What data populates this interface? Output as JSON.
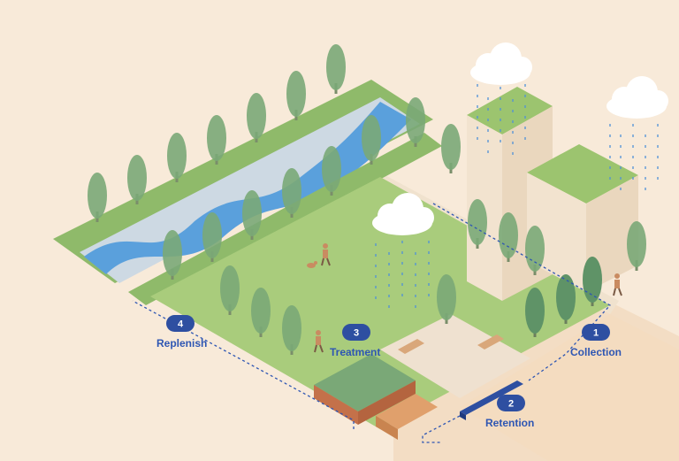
{
  "steps": [
    {
      "number": "1",
      "label": "Collection"
    },
    {
      "number": "2",
      "label": "Retention"
    },
    {
      "number": "3",
      "label": "Treatment"
    },
    {
      "number": "4",
      "label": "Replenish"
    }
  ],
  "colors": {
    "background": "#f8ead9",
    "lawn": "#a9cc7c",
    "lawn_dark": "#8fba6a",
    "river": "#5aa0dc",
    "river_bank": "#cdd9e3",
    "tree": "#7aa877",
    "tree_dark": "#5f9367",
    "building": "#f2e3cf",
    "roof": "#9cc46f",
    "cloud": "#ffffff",
    "rain": "#4f90d8",
    "accent": "#2e4fa1",
    "path": "#f0e2ce"
  },
  "icons": [
    "cloud-icon",
    "rain-icon",
    "tree-icon",
    "person-icon",
    "dog-icon",
    "bench-icon",
    "planter-icon",
    "water-tank-icon"
  ]
}
